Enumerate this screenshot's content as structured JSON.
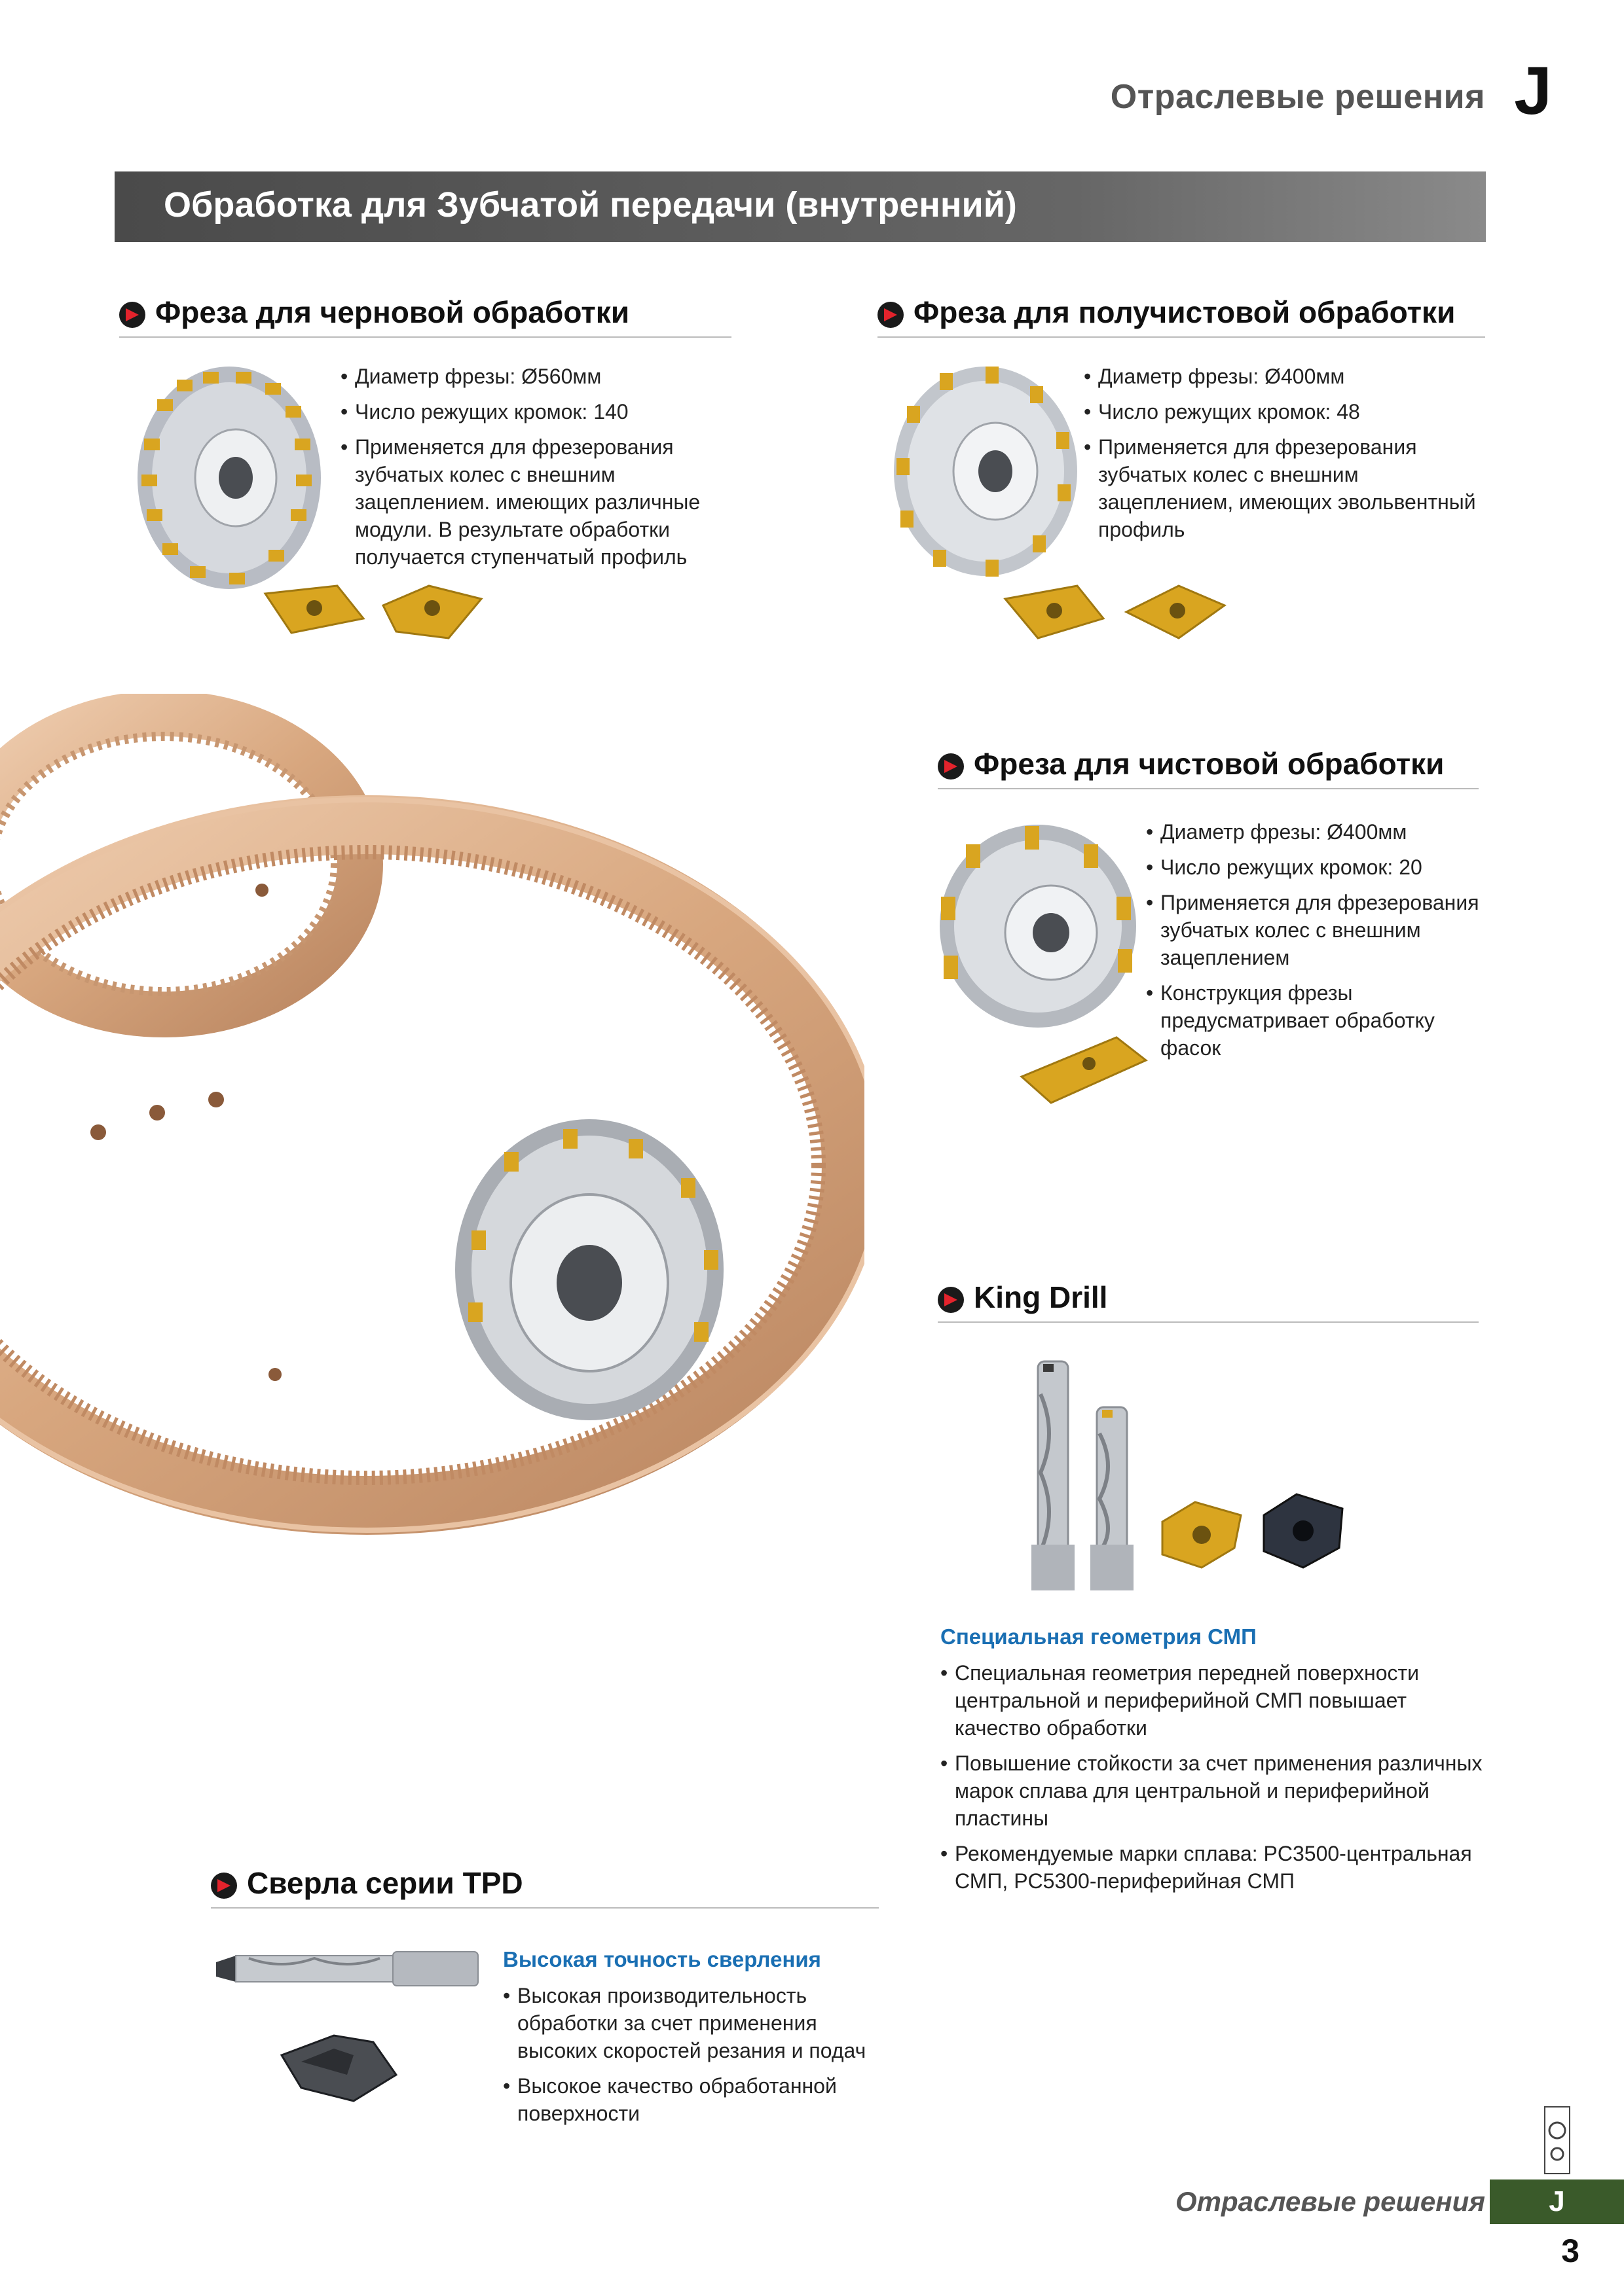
{
  "header": {
    "title": "Отраслевые решения",
    "section_letter": "J"
  },
  "banner": {
    "title": "Обработка для Зубчатой передачи (внутренний)"
  },
  "sections": {
    "rough": {
      "title": "Фреза для черновой обработки",
      "bullets": [
        "Диаметр фрезы: Ø560мм",
        "Число режущих кромок: 140",
        "Применяется для фрезерования зубчатых колес с внешним зацеплением.  имеющих различные модули. В результате обработки получается ступенчатый профиль"
      ]
    },
    "semi": {
      "title": "Фреза для получистовой обработки",
      "bullets": [
        "Диаметр фрезы: Ø400мм",
        "Число режущих кромок: 48",
        "Применяется для фрезерования зубчатых колес  с внешним зацеплением, имеющих эвольвентный профиль"
      ]
    },
    "finish": {
      "title": "Фреза для чистовой обработки",
      "bullets": [
        "Диаметр фрезы: Ø400мм",
        "Число режущих кромок: 20",
        "Применяется для фрезерования зубчатых колес с внешним зацеплением",
        "Конструкция фрезы предусматривает обработку фасок"
      ]
    },
    "king": {
      "title": "King Drill",
      "subtitle": "Специальная геометрия СМП",
      "bullets": [
        "Специальная геометрия передней поверхности центральной и периферийной СМП повышает качество обработки",
        "Повышение стойкости за счет применения различных марок сплава для центральной и периферийной пластины",
        "Рекомендуемые марки сплава: PC3500-центральная СМП, PC5300-периферийная СМП"
      ]
    },
    "tpd": {
      "title": "Сверла серии TPD",
      "subtitle": "Высокая точность сверления",
      "bullets": [
        "Высокая производительность обработки за счет применения высоких скоростей резания и подач",
        "Высокое качество обработанной поверхности"
      ]
    }
  },
  "footer": {
    "label": "Отраслевые решения",
    "section_letter": "J",
    "page_number": "3"
  },
  "colors": {
    "accent_red": "#e3232c",
    "subtitle_blue": "#1a6fb3",
    "footer_green": "#3a5a2a",
    "insert_gold": "#d9a520",
    "gear_bronze": "#d8a77f"
  }
}
